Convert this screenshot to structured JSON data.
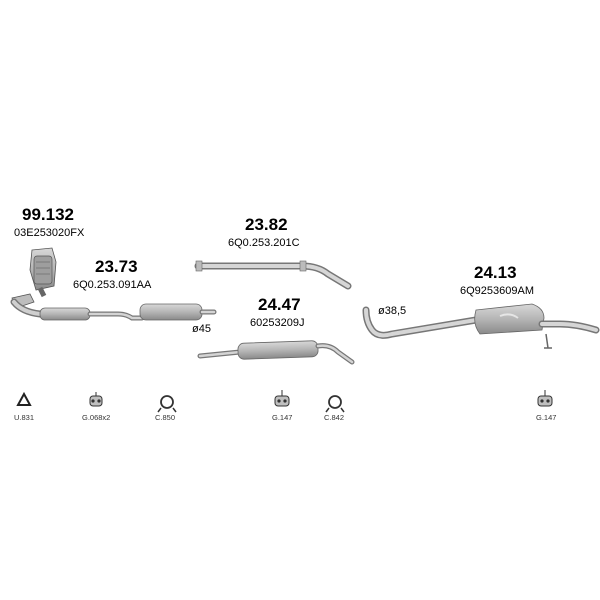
{
  "parts": [
    {
      "id": "p1",
      "number": "99.132",
      "code": "03E253020FX"
    },
    {
      "id": "p2",
      "number": "23.73",
      "code": "6Q0.253.091AA"
    },
    {
      "id": "p3",
      "number": "23.82",
      "code": "6Q0.253.201C"
    },
    {
      "id": "p4",
      "number": "24.47",
      "code": "60253209J"
    },
    {
      "id": "p5",
      "number": "24.13",
      "code": "6Q9253609AM"
    }
  ],
  "dimensions": {
    "diameter_45": "ø45",
    "diameter_38_5": "ø38,5"
  },
  "accessories": [
    {
      "id": "a1",
      "label": "U.831",
      "icon": "gasket-icon"
    },
    {
      "id": "a2",
      "label": "G.068x2",
      "icon": "rubber-hanger-icon"
    },
    {
      "id": "a3",
      "label": "C.850",
      "icon": "clamp-icon"
    },
    {
      "id": "a4",
      "label": "G.147",
      "icon": "rubber-hanger-icon"
    },
    {
      "id": "a5",
      "label": "C.842",
      "icon": "clamp-icon"
    },
    {
      "id": "a6",
      "label": "G.147",
      "icon": "rubber-hanger-icon"
    }
  ],
  "colors": {
    "pipe": "#c9c9c9",
    "pipe_stroke": "#7a7a7a",
    "text": "#1a1a1a"
  }
}
